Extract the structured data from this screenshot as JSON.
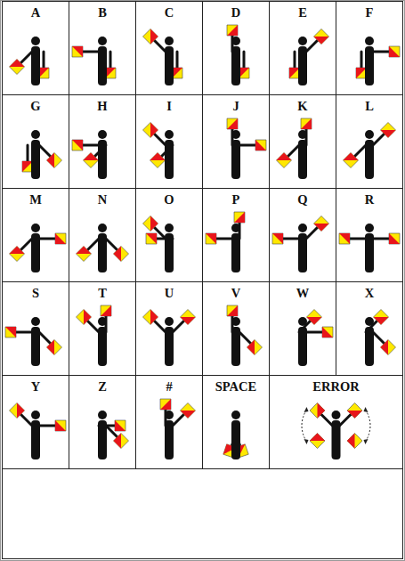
{
  "diagram": {
    "nodes": [
      {
        "text": [
          "A"
        ]
      },
      {
        "text": [
          "B"
        ]
      },
      {
        "text": [
          "C"
        ]
      },
      {
        "text": [
          "D"
        ]
      },
      {
        "text": [
          "E"
        ]
      },
      {
        "text": [
          "F"
        ]
      },
      {
        "text": [
          "G"
        ]
      },
      {
        "text": [
          "H"
        ]
      },
      {
        "text": [
          "I"
        ]
      },
      {
        "text": [
          "J"
        ]
      },
      {
        "text": [
          "K"
        ]
      },
      {
        "text": [
          "L"
        ]
      },
      {
        "text": [
          "M"
        ]
      },
      {
        "text": [
          "N"
        ]
      },
      {
        "text": [
          "O"
        ]
      },
      {
        "text": [
          "P"
        ]
      },
      {
        "text": [
          "Q"
        ]
      },
      {
        "text": [
          "R"
        ]
      },
      {
        "text": [
          "S"
        ]
      },
      {
        "text": [
          "T"
        ]
      },
      {
        "text": [
          "U"
        ]
      },
      {
        "text": [
          "V"
        ]
      },
      {
        "text": [
          "W"
        ]
      },
      {
        "text": [
          "X"
        ]
      },
      {
        "text": [
          "Y"
        ]
      },
      {
        "text": [
          "Z"
        ]
      },
      {
        "text": [
          "#"
        ]
      },
      {
        "text": [
          "SPACE"
        ]
      },
      {
        "text": [
          "ERROR"
        ]
      }
    ]
  }
}
